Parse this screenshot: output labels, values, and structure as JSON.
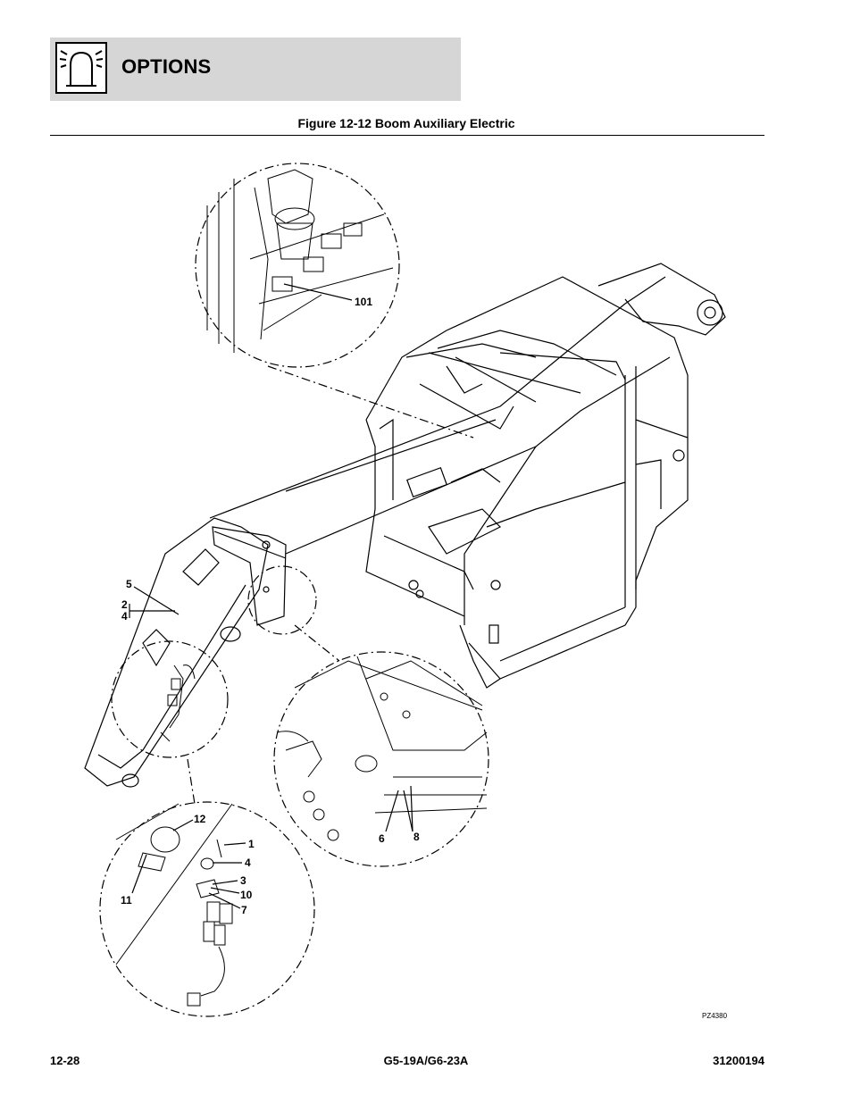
{
  "header": {
    "section_title": "OPTIONS",
    "icon": "beacon-light-icon"
  },
  "figure": {
    "title": "Figure 12-12 Boom Auxiliary Electric",
    "drawing_id": "PZ4380",
    "callouts": {
      "c101": "101",
      "c5": "5",
      "c2": "2",
      "c4a": "4",
      "c12": "12",
      "c1": "1",
      "c4b": "4",
      "c3": "3",
      "c10": "10",
      "c7": "7",
      "c11": "11",
      "c6": "6",
      "c8": "8"
    }
  },
  "footer": {
    "page_number": "12-28",
    "model": "G5-19A/G6-23A",
    "manual_number": "31200194"
  }
}
